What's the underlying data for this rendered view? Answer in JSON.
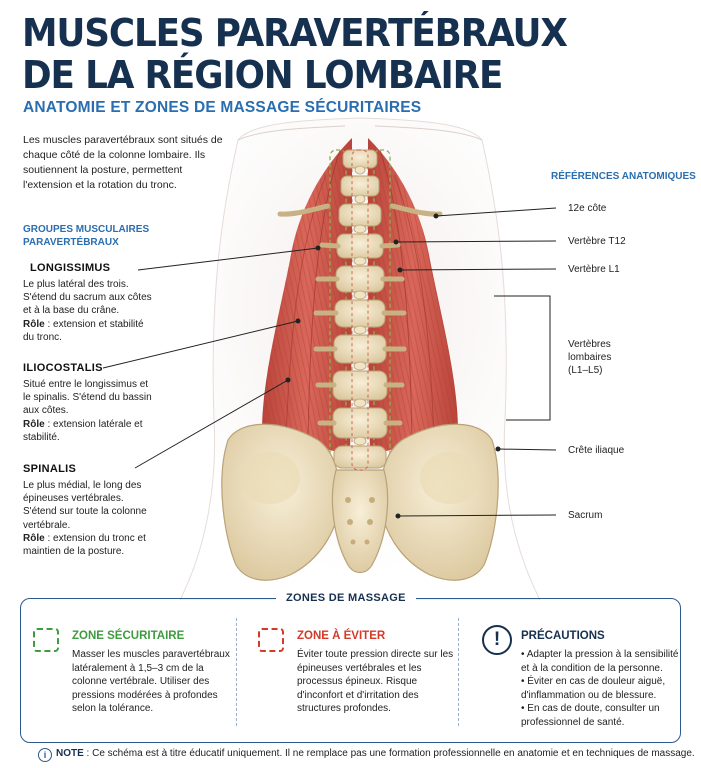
{
  "header": {
    "title_line1": "MUSCLES PARAVERTÉBRAUX",
    "title_line2": "DE LA RÉGION LOMBAIRE",
    "subtitle": "ANATOMIE ET ZONES DE MASSAGE SÉCURITAIRES"
  },
  "intro": "Les muscles paravertébraux sont situés de chaque côté de la colonne lombaire. Ils soutiennent la posture, permettent l'extension et la rotation du tronc.",
  "groups": {
    "heading_line1": "GROUPES MUSCULAIRES",
    "heading_line2": "PARAVERTÉBRAUX",
    "muscles": [
      {
        "name": "LONGISSIMUS",
        "desc": "Le plus latéral des trois. S'étend du sacrum aux côtes et à la base du crâne.",
        "role_label": "Rôle",
        "role": " : extension et stabilité du tronc."
      },
      {
        "name": "ILIOCOSTALIS",
        "desc": "Situé entre le longissimus et le spinalis. S'étend du bassin aux côtes.",
        "role_label": "Rôle",
        "role": " : extension latérale et stabilité."
      },
      {
        "name": "SPINALIS",
        "desc": "Le plus médial, le long des épineuses vertébrales. S'étend sur toute la colonne vertébrale.",
        "role_label": "Rôle",
        "role": " : extension du tronc et maintien de la posture."
      }
    ]
  },
  "references": {
    "heading": "RÉFÉRENCES ANATOMIQUES",
    "rib": "12e côte",
    "t12": "Vertèbre T12",
    "l1": "Vertèbre L1",
    "lumbar_line1": "Vertèbres",
    "lumbar_line2": "lombaires",
    "lumbar_line3": "(L1–L5)",
    "iliac": "Crête iliaque",
    "sacrum": "Sacrum"
  },
  "zones": {
    "title": "ZONES DE MASSAGE",
    "safe": {
      "heading": "ZONE SÉCURITAIRE",
      "text": "Masser les muscles paravertébraux latéralement à 1,5–3 cm de la colonne vertébrale. Utiliser des pressions modérées à profondes selon la tolérance.",
      "color": "#3f9b3f"
    },
    "avoid": {
      "heading": "ZONE À ÉVITER",
      "text": "Éviter toute pression directe sur les épineuses vertébrales et les processus épineux. Risque d'inconfort et d'irritation des structures profondes.",
      "color": "#d23a2a"
    },
    "precautions": {
      "heading": "PRÉCAUTIONS",
      "icon": "!",
      "items": [
        "Adapter la pression à la sensibilité et à la condition de la personne.",
        "Éviter en cas de douleur aiguë, d'inflammation ou de blessure.",
        "En cas de doute, consulter un professionnel de santé."
      ]
    }
  },
  "note": {
    "icon": "i",
    "label": "NOTE",
    "text": " : Ce schéma est à titre éducatif uniquement. Il ne remplace pas une formation professionnelle en anatomie et en techniques de massage."
  },
  "colors": {
    "title": "#16304f",
    "accent_blue": "#2a6eaf",
    "muscle": "#c9503f",
    "bone": "#ecdcb6"
  }
}
